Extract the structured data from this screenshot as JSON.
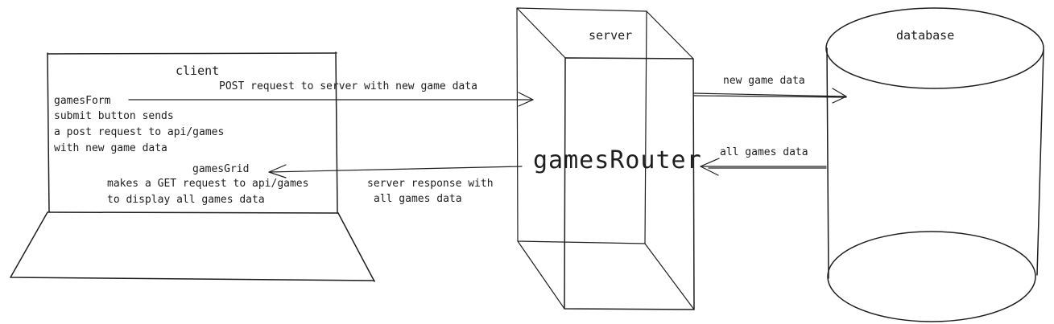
{
  "client": {
    "title": "client",
    "gamesform_lines": [
      "gamesForm",
      "submit button sends",
      "a post request to api/games",
      "with new game data"
    ],
    "gamesgrid_title": "gamesGrid",
    "gamesgrid_lines": [
      "makes a GET request to api/games",
      "to display all games data"
    ]
  },
  "server": {
    "title": "server",
    "router_label": "gamesRouter"
  },
  "database": {
    "title": "database"
  },
  "arrows": {
    "post_request": "POST request to server with new game data",
    "server_response_line1": "server response with",
    "server_response_line2": "all games data",
    "new_game_data": "new game data",
    "all_games_data": "all games data"
  }
}
